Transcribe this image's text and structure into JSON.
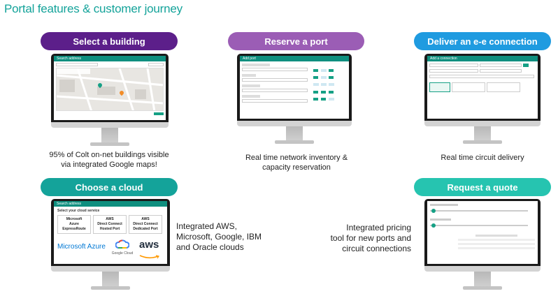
{
  "page": {
    "title": "Portal features & customer journey"
  },
  "features": [
    {
      "id": "building",
      "label": "Select a building",
      "color": "#5c1f8a",
      "caption_lines": [
        "95% of Colt on-net buildings visible",
        "via integrated Google maps!"
      ],
      "screen": {
        "header": "Search address"
      }
    },
    {
      "id": "port",
      "label": "Reserve a port",
      "color": "#9b5db5",
      "caption_lines": [
        "Real time network inventory &",
        "capacity reservation"
      ],
      "screen": {
        "header": "Add port"
      }
    },
    {
      "id": "connection",
      "label": "Deliver an e-e connection",
      "color": "#1f9be0",
      "caption_lines": [
        "Real time circuit delivery"
      ],
      "screen": {
        "header": "Add a connection"
      }
    },
    {
      "id": "cloud",
      "label": "Choose a cloud",
      "color": "#14a39a",
      "side_lines": [
        "Integrated AWS,",
        "Microsoft, Google, IBM",
        "and Oracle clouds"
      ],
      "screen": {
        "header": "Search address",
        "heading": "Select your cloud service",
        "options": [
          {
            "lines": [
              "Microsoft",
              "Azure",
              "ExpressRoute"
            ]
          },
          {
            "lines": [
              "AWS",
              "Direct Connect",
              "Hosted Port"
            ]
          },
          {
            "lines": [
              "AWS",
              "Direct Connect",
              "Dedicated Port"
            ]
          }
        ],
        "logos": {
          "azure": "Microsoft Azure",
          "google": "Google Cloud",
          "aws": "aws"
        }
      }
    },
    {
      "id": "quote",
      "label": "Request a quote",
      "color": "#26c4b0",
      "side_lines": [
        "Integrated pricing",
        "tool for new ports and",
        "circuit connections"
      ],
      "screen": {
        "header": ""
      }
    }
  ],
  "colors": {
    "title": "#14a39a",
    "app_header": "#0f8f7f",
    "google_blue": "#4285f4",
    "aws_orange": "#ff9900",
    "azure_blue": "#0078d4"
  },
  "icons": [
    "map-pin-icon",
    "google-cloud-icon",
    "aws-smile-icon"
  ]
}
